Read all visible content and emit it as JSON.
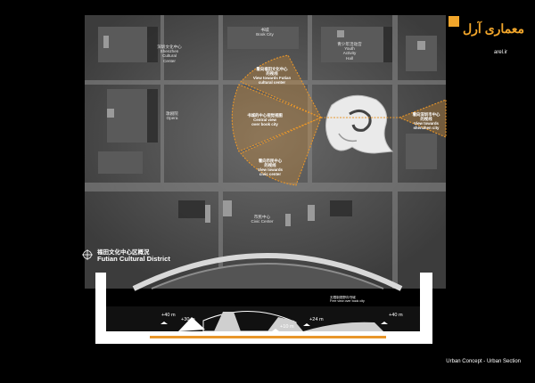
{
  "caption": "Urban Concept - Urban Section",
  "district": {
    "title_cn": "福田文化中心区概況",
    "title_en": "Futian Cultural District"
  },
  "labels": {
    "book_city": "书城\nBook City",
    "youth_hall": "青少年活动宫\nYouth\nActivity\nHall",
    "shenzhen_cultural_center": "深圳文化中心\nShenzhen\nCultural\nCenter",
    "opera": "歌剧院\nOpera",
    "civic_center": "市民中心\nCivic Center"
  },
  "views": {
    "futian_cultural_center": "看向福田文化中心\n的视线\nView towards Futian\ncultural center",
    "central_view": "书城的中心视觉视图\nCentral view\nover book city",
    "civic_center_view": "看向市民中心\n的视线\nView towards\ncivic center",
    "shenzhen_city_view": "看向深圳市中心\n的视线\nView towards\nshenzhen city"
  },
  "section": {
    "h40_left": "+40 m",
    "h30": "+30 m",
    "h10": "+10 m",
    "h24": "+24 m",
    "h40_right": "+40 m",
    "note": "无限制视野向书城\nFree view over book city"
  },
  "logo": {
    "text": "معماری آرل",
    "url": "arel.ir"
  },
  "colors": {
    "accent": "#e8962a",
    "map_dark": "#3a3a3a",
    "map_mid": "#6e6e6e",
    "map_light": "#a8a8a8"
  }
}
